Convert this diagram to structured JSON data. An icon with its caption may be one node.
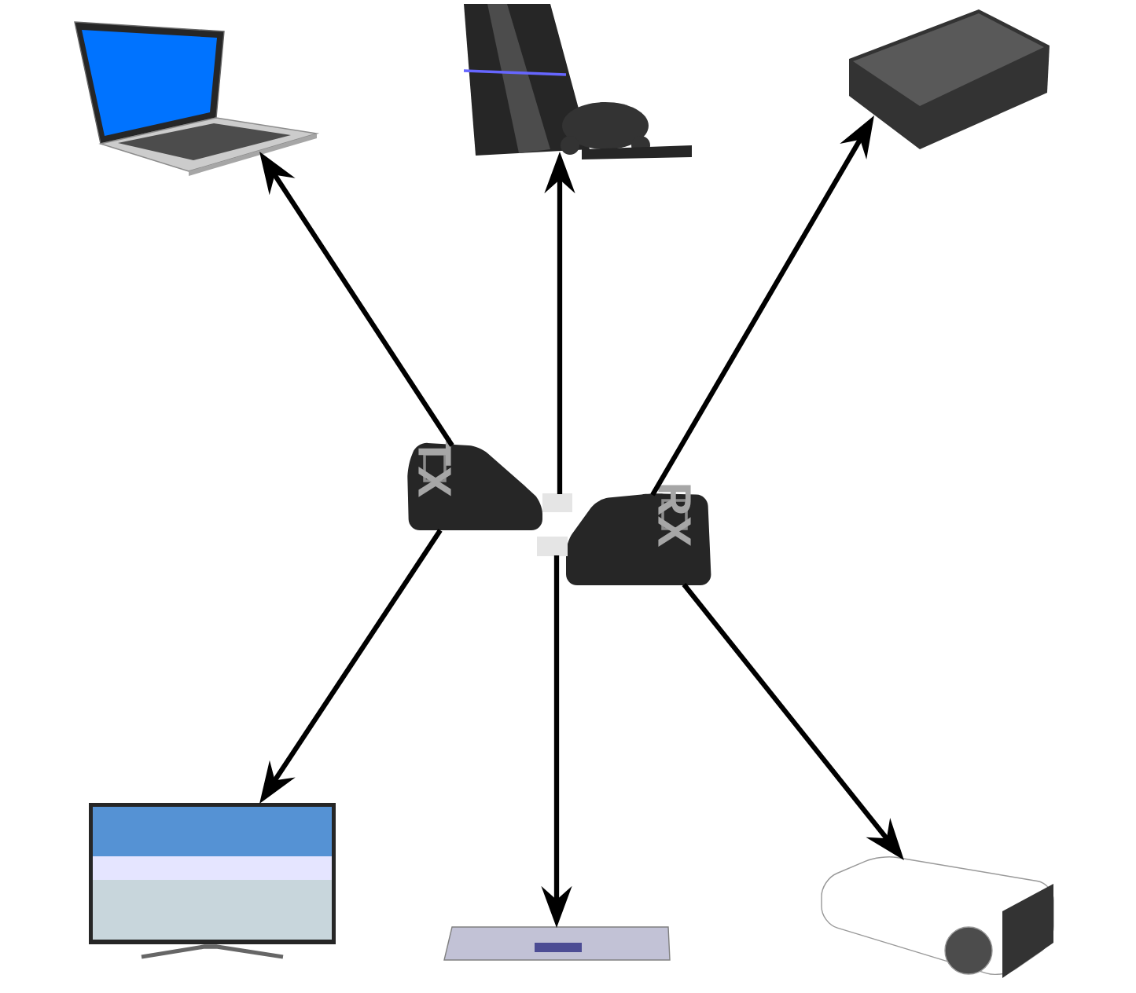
{
  "diagram": {
    "nodes": [
      {
        "text": [],
        "shape": "picture"
      },
      {
        "text": [],
        "shape": "picture"
      },
      {
        "text": [],
        "shape": "picture"
      },
      {
        "text": [
          "TX",
          "RX"
        ]
      },
      {
        "text": [],
        "shape": "picture"
      },
      {
        "text": [],
        "shape": "picture"
      },
      {
        "text": [],
        "shape": "picture"
      }
    ],
    "edges": [
      {
        "from": 3,
        "to": 0,
        "arrow": "to"
      },
      {
        "from": 3,
        "to": 1,
        "arrow": "to"
      },
      {
        "from": 3,
        "to": 2,
        "arrow": "to"
      },
      {
        "from": 3,
        "to": 4,
        "arrow": "to"
      },
      {
        "from": 3,
        "to": 5,
        "arrow": "to"
      },
      {
        "from": 3,
        "to": 6,
        "arrow": "to"
      }
    ]
  }
}
